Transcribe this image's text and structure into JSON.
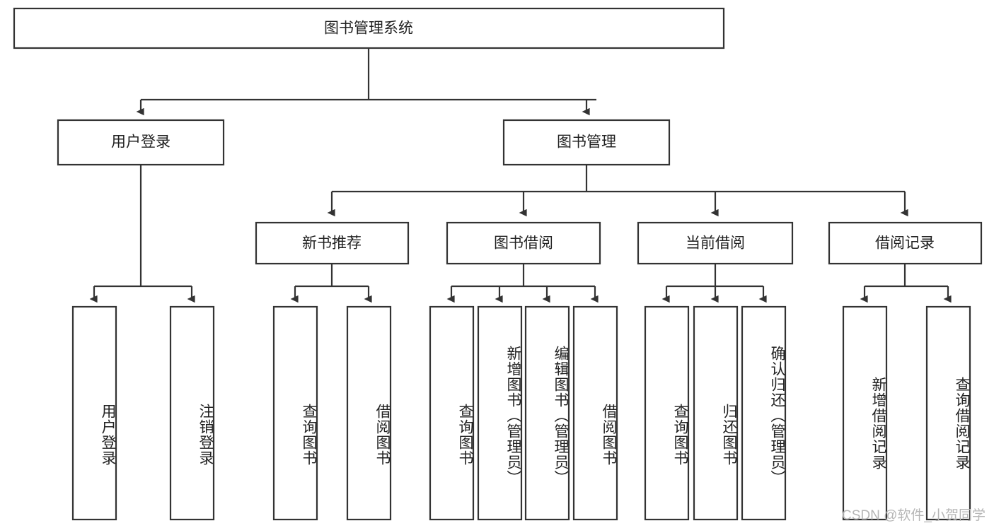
{
  "diagram": {
    "type": "hierarchy-tree",
    "title": "图书管理系统",
    "watermark": "CSDN @软件_小贺同学",
    "colors": {
      "box_stroke": "#333333",
      "box_fill": "#ffffff",
      "text": "#222222",
      "watermark": "#b6b6b6",
      "background": "#ffffff"
    },
    "levels": {
      "level1": "图书管理系统",
      "level2": [
        "用户登录",
        "图书管理"
      ],
      "level3": [
        "新书推荐",
        "图书借阅",
        "当前借阅",
        "借阅记录"
      ]
    },
    "nodes": {
      "root": {
        "label": "图书管理系统"
      },
      "user_login": {
        "label": "用户登录"
      },
      "book_manage": {
        "label": "图书管理"
      },
      "new_book_rec": {
        "label": "新书推荐"
      },
      "book_borrow": {
        "label": "图书借阅"
      },
      "current_borrow": {
        "label": "当前借阅"
      },
      "borrow_record": {
        "label": "借阅记录"
      },
      "leaf_user_login": {
        "label": "用户登录"
      },
      "leaf_user_logout": {
        "label": "注销登录"
      },
      "leaf_rec_query": {
        "label": "查询图书"
      },
      "leaf_rec_borrow": {
        "label": "借阅图书"
      },
      "leaf_borrow_query": {
        "label": "查询图书"
      },
      "leaf_borrow_add": {
        "label": "新增图书（管理员）"
      },
      "leaf_borrow_edit": {
        "label": "编辑图书（管理员）"
      },
      "leaf_borrow_do": {
        "label": "借阅图书"
      },
      "leaf_cur_query": {
        "label": "查询图书"
      },
      "leaf_cur_return": {
        "label": "归还图书"
      },
      "leaf_cur_confirm": {
        "label": "确认归还（管理员）"
      },
      "leaf_rec_add": {
        "label": "新增借阅记录"
      },
      "leaf_rec_query2": {
        "label": "查询借阅记录"
      }
    },
    "edges": [
      {
        "from": "图书管理系统",
        "to": "用户登录"
      },
      {
        "from": "图书管理系统",
        "to": "图书管理"
      },
      {
        "from": "用户登录",
        "to": "用户登录"
      },
      {
        "from": "用户登录",
        "to": "注销登录"
      },
      {
        "from": "图书管理",
        "to": "新书推荐"
      },
      {
        "from": "图书管理",
        "to": "图书借阅"
      },
      {
        "from": "图书管理",
        "to": "当前借阅"
      },
      {
        "from": "图书管理",
        "to": "借阅记录"
      },
      {
        "from": "新书推荐",
        "to": "查询图书"
      },
      {
        "from": "新书推荐",
        "to": "借阅图书"
      },
      {
        "from": "图书借阅",
        "to": "查询图书"
      },
      {
        "from": "图书借阅",
        "to": "新增图书（管理员）"
      },
      {
        "from": "图书借阅",
        "to": "编辑图书（管理员）"
      },
      {
        "from": "图书借阅",
        "to": "借阅图书"
      },
      {
        "from": "当前借阅",
        "to": "查询图书"
      },
      {
        "from": "当前借阅",
        "to": "归还图书"
      },
      {
        "from": "当前借阅",
        "to": "确认归还（管理员）"
      },
      {
        "from": "借阅记录",
        "to": "新增借阅记录"
      },
      {
        "from": "借阅记录",
        "to": "查询借阅记录"
      }
    ]
  }
}
